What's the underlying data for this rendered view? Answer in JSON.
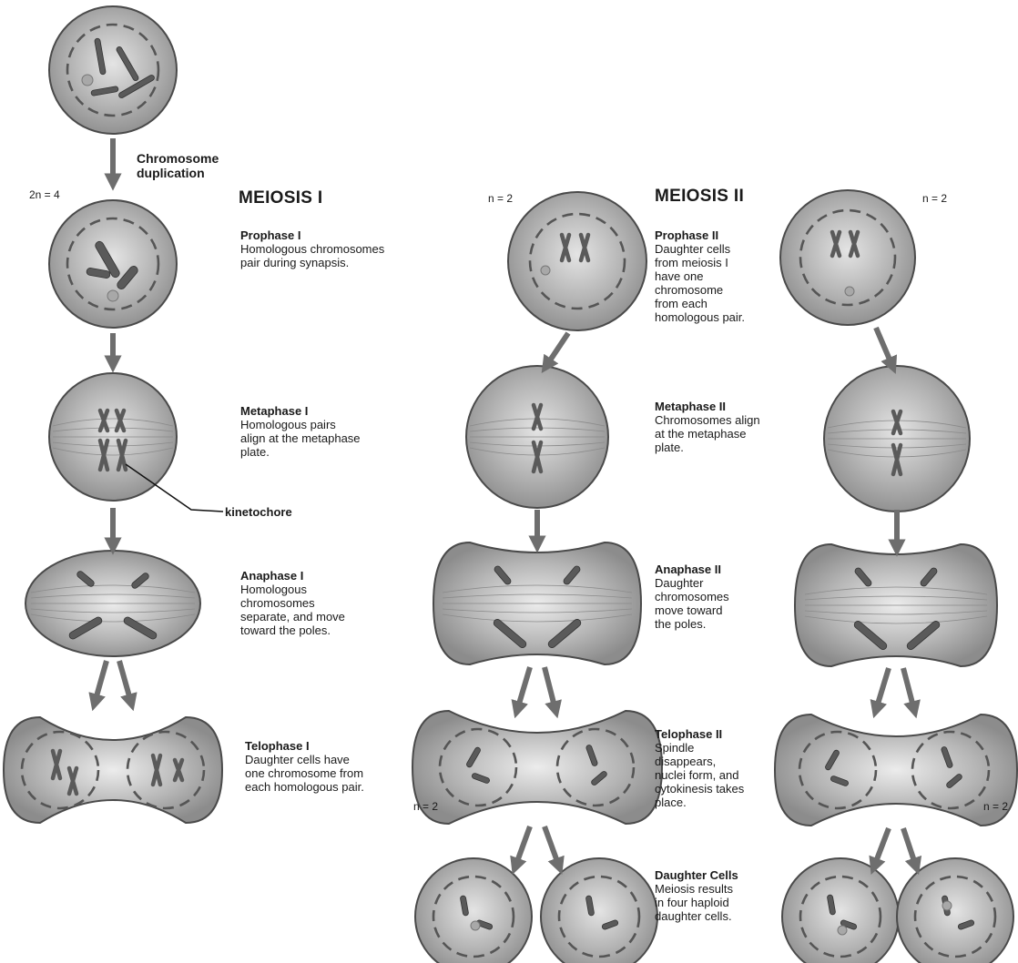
{
  "section_titles": {
    "meiosis1": "MEIOSIS I",
    "meiosis2": "MEIOSIS II"
  },
  "ploidy": {
    "initial": "2n = 4",
    "meiosis2_left": "n = 2",
    "meiosis2_right": "n = 2",
    "daughters_left": "n = 2",
    "daughters_right": "n = 2"
  },
  "duplication": "Chromosome\nduplication",
  "kinetochore": "kinetochore",
  "meiosis1_stages": [
    {
      "title": "Prophase I",
      "desc": "Homologous chromosomes\npair during synapsis."
    },
    {
      "title": "Metaphase I",
      "desc": "Homologous pairs\nalign at the metaphase\nplate."
    },
    {
      "title": "Anaphase I",
      "desc": "Homologous\nchromosomes\nseparate, and move\ntoward the poles."
    },
    {
      "title": "Telophase I",
      "desc": "Daughter cells have\none chromosome from\neach homologous pair."
    }
  ],
  "meiosis2_stages": [
    {
      "title": "Prophase II",
      "desc": "Daughter cells\nfrom meiosis I\nhave one\nchromosome\nfrom each\nhomologous pair."
    },
    {
      "title": "Metaphase II",
      "desc": "Chromosomes align\nat the metaphase\nplate."
    },
    {
      "title": "Anaphase II",
      "desc": "Daughter\nchromosomes\nmove toward\nthe poles."
    },
    {
      "title": "Telophase II",
      "desc": "Spindle\ndisappears,\nnuclei form, and\ncytokinesis takes\nplace."
    },
    {
      "title": "Daughter Cells",
      "desc": "Meiosis results\nin four haploid\ndaughter cells."
    }
  ],
  "colors": {
    "cell_fill": "#9a9a9a",
    "cell_edge": "#4a4a4a",
    "chromosome": "#5a5a5a",
    "arrow": "#6e6e6e"
  }
}
